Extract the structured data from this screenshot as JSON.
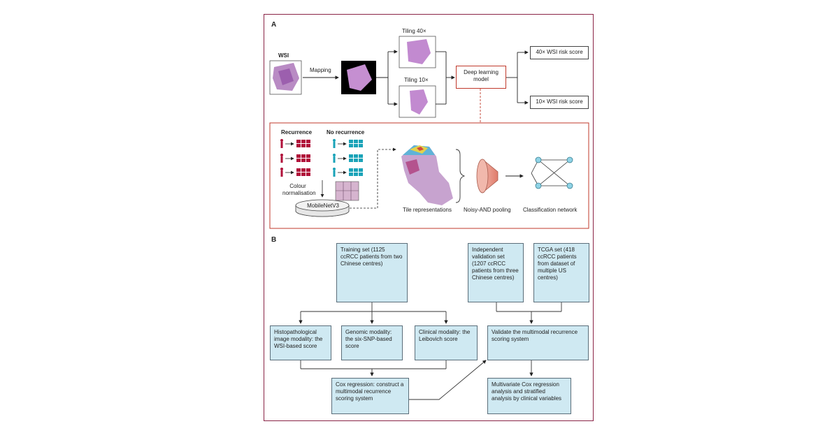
{
  "panel_a": {
    "label": "A",
    "wsi_label": "WSI",
    "mapping_label": "Mapping",
    "tiling_40_label": "Tiling 40×",
    "tiling_10_label": "Tiling 10×",
    "model_label": "Deep learning model",
    "risk_40_label": "40× WSI risk score",
    "risk_10_label": "10× WSI risk score",
    "recurrence_label": "Recurrence",
    "no_recurrence_label": "No recurrence",
    "colour_norm_label": "Colour normalisation",
    "mobilenet_label": "MobileNetV3",
    "tile_repr_label": "Tile representations",
    "pooling_label": "Noisy-AND pooling",
    "classification_label": "Classification network",
    "colors": {
      "recurrence": "#b0103a",
      "no_recurrence": "#1aa3b8",
      "accent": "#c0392b"
    }
  },
  "panel_b": {
    "label": "B",
    "training_set": "Training set (1125 ccRCC patients from two Chinese centres)",
    "independent_set": "Independent validation set (1207 ccRCC patients from three Chinese centres)",
    "tcga_set": "TCGA set (418 ccRCC patients from dataset of multiple US centres)",
    "histo_modality": "Histopathological image modality: the WSI-based score",
    "genomic_modality": "Genomic modality: the six-SNP-based score",
    "clinical_modality": "Clinical modality: the Leibovich score",
    "cox_regression": "Cox regression: construct a multimodal recurrence scoring system",
    "validate": "Validate the multimodal recurrence scoring system",
    "multivariate": "Multivariate Cox regression analysis and stratified analysis by clinical variables"
  }
}
